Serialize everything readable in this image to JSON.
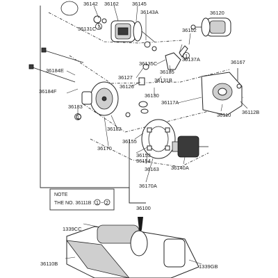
{
  "labels": {
    "l36142": "36142",
    "l36162": "36162",
    "l36145": "36145",
    "l36120": "36120",
    "l36131C": "36131C",
    "l36143A": "36143A",
    "l36102": "36102",
    "l36184E": "36184E",
    "l36135C": "36135C",
    "l36137A": "36137A",
    "l36167": "36167",
    "l36127": "36127",
    "l36185": "36185",
    "l36184F": "36184F",
    "l36126": "36126",
    "l36131B": "36131B",
    "l36130": "36130",
    "l36117A": "36117A",
    "l36183": "36183",
    "l36110": "36110",
    "l36112B": "36112B",
    "l36182": "36182",
    "l36170": "36170",
    "l36155": "36155",
    "l36153": "36153",
    "l36154": "36154",
    "l36163": "36163",
    "l36140A": "36140A",
    "l36170A": "36170A",
    "l36100": "36100",
    "l1339CC": "1339CC",
    "l36110B": "36110B",
    "l1339GB": "1339GB",
    "circle1_a": "1",
    "circle1_b": "1",
    "circle1_c": "1"
  },
  "note": {
    "title": "NOTE",
    "line": "THE NO. 36111B :",
    "ref1": "1",
    "dash": "~",
    "ref2": "2"
  }
}
